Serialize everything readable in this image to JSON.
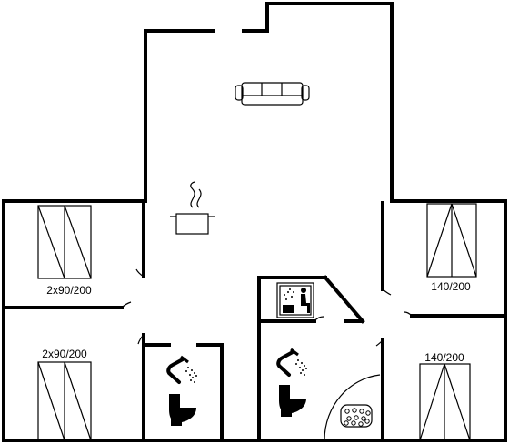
{
  "rooms": {
    "bedroom_top_left": {
      "bed_label": "2x90/200"
    },
    "bedroom_bottom_left": {
      "bed_label": "2x90/200"
    },
    "bedroom_top_right": {
      "bed_label": "140/200"
    },
    "bedroom_bottom_right": {
      "bed_label": "140/200"
    }
  },
  "icons": {
    "living": "sofa-icon",
    "kitchen": "cooking-pot-icon",
    "bath_left_shower": "shower-icon",
    "bath_left_toilet": "toilet-icon",
    "bath_right_shower": "shower-icon",
    "bath_right_toilet": "toilet-icon",
    "sauna": "sauna-icon",
    "spa": "whirlpool-icon"
  }
}
